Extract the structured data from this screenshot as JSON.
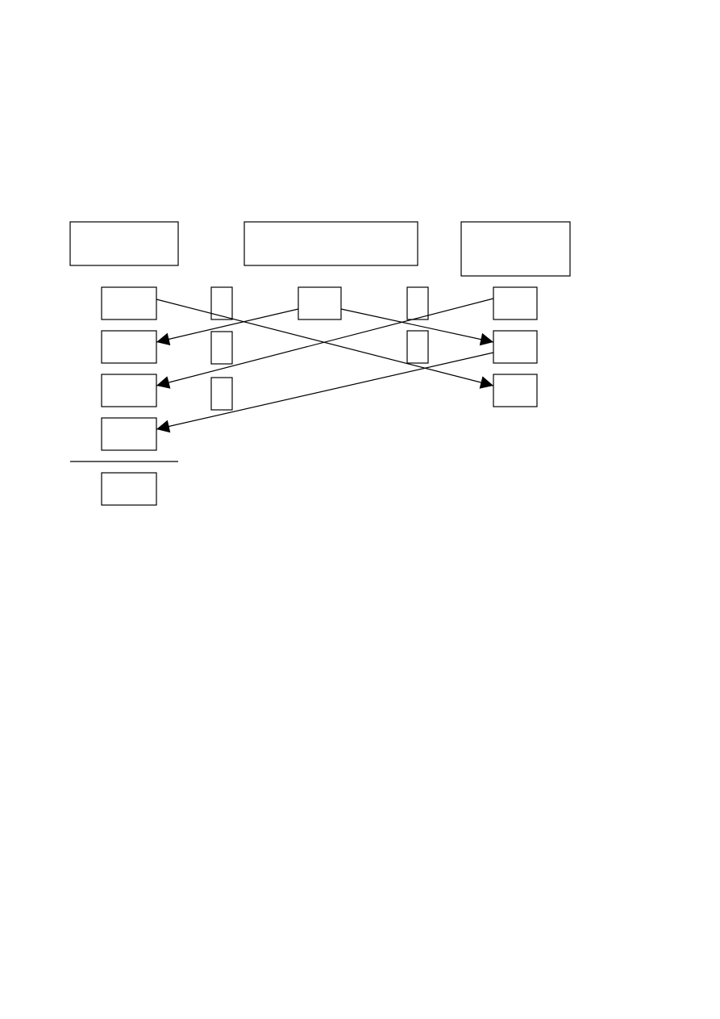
{
  "diagram": {
    "stroke_color": "#000000",
    "background_color": "#ffffff",
    "connections": [
      {
        "from": "left-box-1",
        "to": "right-box-3"
      },
      {
        "from": "center-box",
        "to": "left-box-2"
      },
      {
        "from": "center-box",
        "to": "right-box-2"
      },
      {
        "from": "right-box-1",
        "to": "left-box-3"
      },
      {
        "from": "right-box-2",
        "to": "left-box-4"
      }
    ]
  }
}
